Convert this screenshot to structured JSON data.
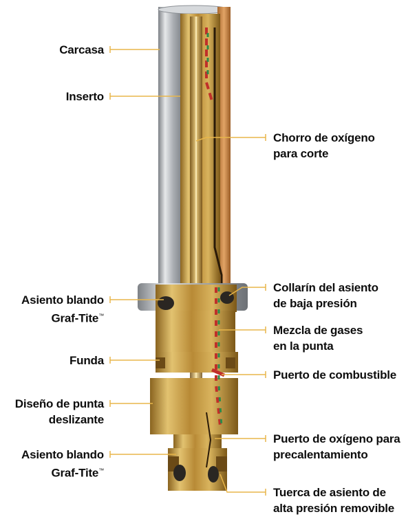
{
  "labels_left": [
    {
      "id": "carcasa",
      "lines": [
        "Carcasa"
      ]
    },
    {
      "id": "inserto",
      "lines": [
        "Inserto"
      ]
    },
    {
      "id": "asiento-blando-1",
      "lines": [
        "Asiento blando",
        "Graf-Tite"
      ],
      "trademark": "™"
    },
    {
      "id": "funda",
      "lines": [
        "Funda"
      ]
    },
    {
      "id": "diseno",
      "lines": [
        "Diseño de punta",
        "deslizante"
      ]
    },
    {
      "id": "asiento-blando-2",
      "lines": [
        "Asiento blando",
        "Graf-Tite"
      ],
      "trademark": "™"
    }
  ],
  "labels_right": [
    {
      "id": "chorro",
      "lines": [
        "Chorro de oxígeno",
        "para corte"
      ]
    },
    {
      "id": "collarin",
      "lines": [
        "Collarín del asiento",
        "de baja presión"
      ]
    },
    {
      "id": "mezcla",
      "lines": [
        "Mezcla de gases",
        "en la punta"
      ]
    },
    {
      "id": "combustible",
      "lines": [
        "Puerto de combustible"
      ]
    },
    {
      "id": "oxigeno",
      "lines": [
        "Puerto de oxígeno para",
        "precalentamiento"
      ]
    },
    {
      "id": "tuerca",
      "lines": [
        "Tuerca de asiento de",
        "alta presión removible"
      ]
    }
  ],
  "colors": {
    "brass": "#c9a24a",
    "brass_dark": "#8a6420",
    "brass_light": "#e8cc7a",
    "steel": "#b8bcc0",
    "copper": "#c98a4a",
    "leader": "#e8b64a",
    "gas_red": "#c0302a",
    "gas_green": "#2e8a4a"
  }
}
